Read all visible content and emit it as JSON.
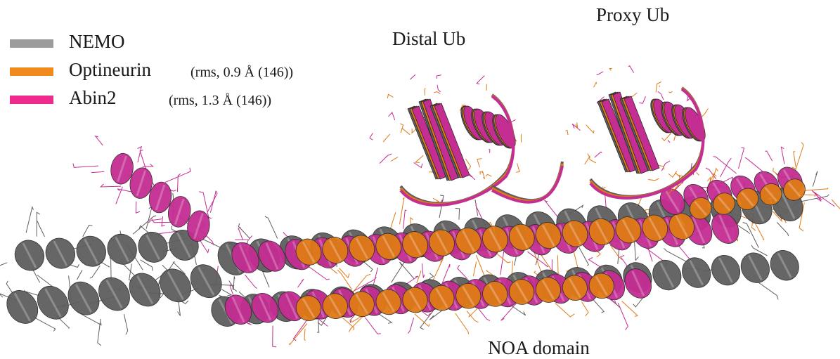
{
  "legend": {
    "items": [
      {
        "name": "NEMO",
        "rms": "",
        "color": "#9c9c9c"
      },
      {
        "name": "Optineurin",
        "rms": "(rms, 0.9 Å (146))",
        "color": "#f08a1c"
      },
      {
        "name": "Abin2",
        "rms": "(rms, 1.3 Å (146))",
        "color": "#ee2a8c"
      }
    ]
  },
  "labels": {
    "distal_ub": "Distal Ub",
    "proxy_ub": "Proxy Ub",
    "noa_domain": "NOA domain"
  },
  "structure_colors": {
    "nemo": "#5e5e5e",
    "optineurin": "#e07a16",
    "abin2": "#c42d92"
  }
}
